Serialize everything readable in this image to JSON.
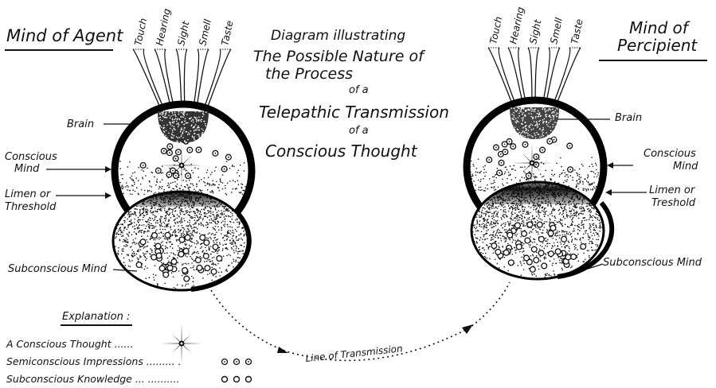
{
  "left_mind": {
    "title": "Mind of Agent",
    "senses": [
      "Touch",
      "Hearing",
      "Sight",
      "Smell",
      "Taste"
    ],
    "labels": {
      "brain": "Brain",
      "conscious_1": "Conscious",
      "conscious_2": "Mind",
      "limen_1": "Limen or",
      "limen_2": "Threshold",
      "subconscious": "Subconscious Mind"
    }
  },
  "right_mind": {
    "title_1": "Mind of",
    "title_2": "Percipient",
    "senses": [
      "Touch",
      "Hearing",
      "Sight",
      "Smell",
      "Taste"
    ],
    "labels": {
      "brain": "Brain",
      "conscious_1": "Conscious",
      "conscious_2": "Mind",
      "limen_1": "Limen or",
      "limen_2": "Treshold",
      "subconscious": "Subconscious Mind"
    }
  },
  "title": {
    "line1": "Diagram illustrating",
    "line2": "The Possible Nature of",
    "line3": "the Process",
    "line4": "of a",
    "line5": "Telepathic Transmission",
    "line6": "of a",
    "line7": "Conscious Thought"
  },
  "transmission_label": "Line of Transmission",
  "legend": {
    "heading": "Explanation :",
    "items": [
      {
        "label": "A Conscious Thought ......",
        "symbol": "star"
      },
      {
        "label": "Semiconscious Impressions .........  .",
        "symbol": "dotted-circles"
      },
      {
        "label": "Subconscious Knowledge ... ..........",
        "symbol": "open-circles"
      }
    ]
  },
  "colors": {
    "ink": "#111111",
    "paper": "#ffffff"
  }
}
